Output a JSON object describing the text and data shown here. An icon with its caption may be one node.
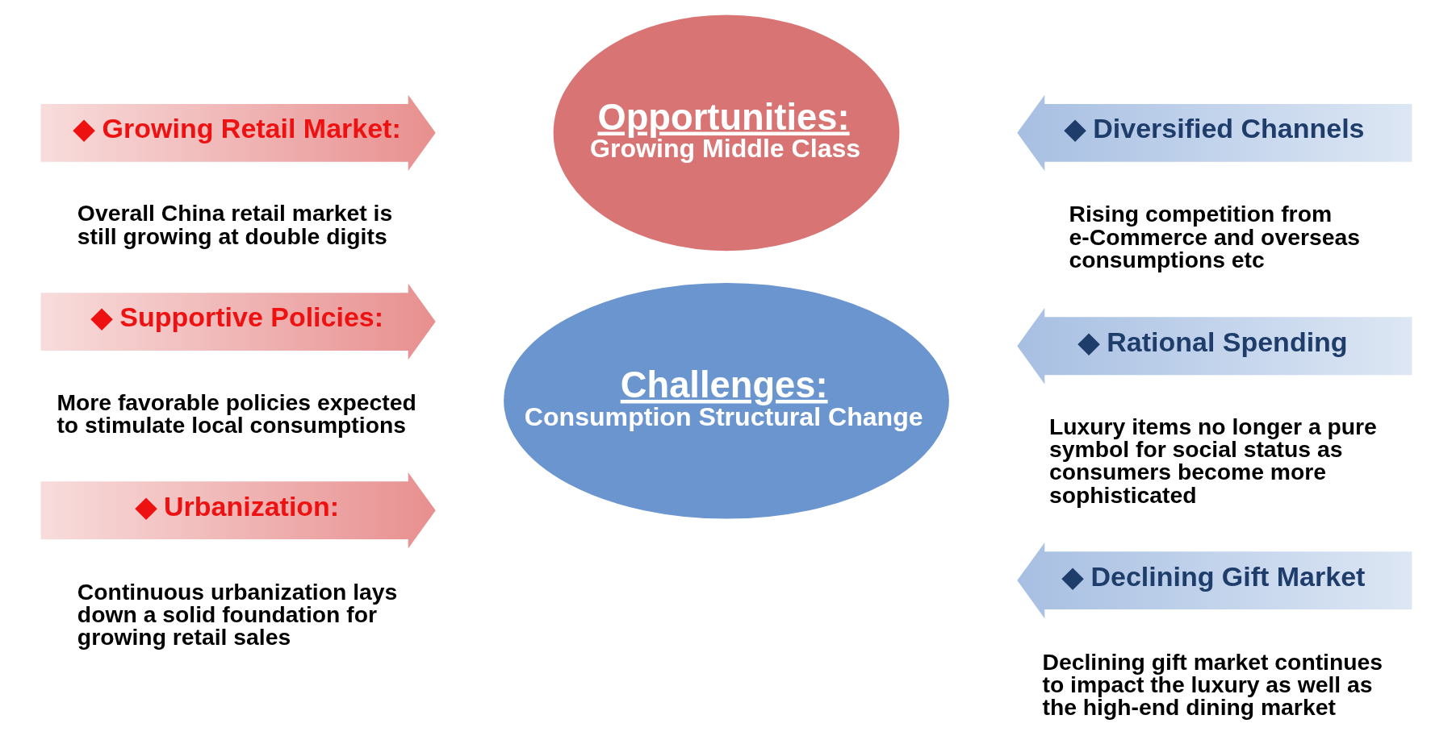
{
  "diagram": {
    "nodes": [
      {
        "text": [
          "Opportunities:",
          "Growing Middle Class"
        ]
      },
      {
        "text": [
          "Challenges:",
          "Consumption Structural Change"
        ]
      },
      {
        "text": [
          "◆ Growing Retail Market:"
        ],
        "beside": [
          "Overall China retail market is still growing at double digits"
        ]
      },
      {
        "text": [
          "◆ Supportive Policies:"
        ],
        "beside": [
          "More favorable policies expected to stimulate local consumptions"
        ]
      },
      {
        "text": [
          "◆ Urbanization:"
        ],
        "beside": [
          "Continuous urbanization lays down a solid foundation for growing retail sales"
        ]
      },
      {
        "text": [
          "◆ Diversified Channels"
        ],
        "beside": [
          "Rising competition from e-Commerce and overseas consumptions etc"
        ]
      },
      {
        "text": [
          "◆ Rational Spending"
        ],
        "beside": [
          "Luxury items no longer a pure symbol for social status as consumers become more sophisticated"
        ]
      },
      {
        "text": [
          "◆ Declining Gift Market"
        ],
        "beside": [
          "Declining gift market continues to impact the luxury as well as the high-end dining market"
        ]
      }
    ],
    "edges": []
  }
}
